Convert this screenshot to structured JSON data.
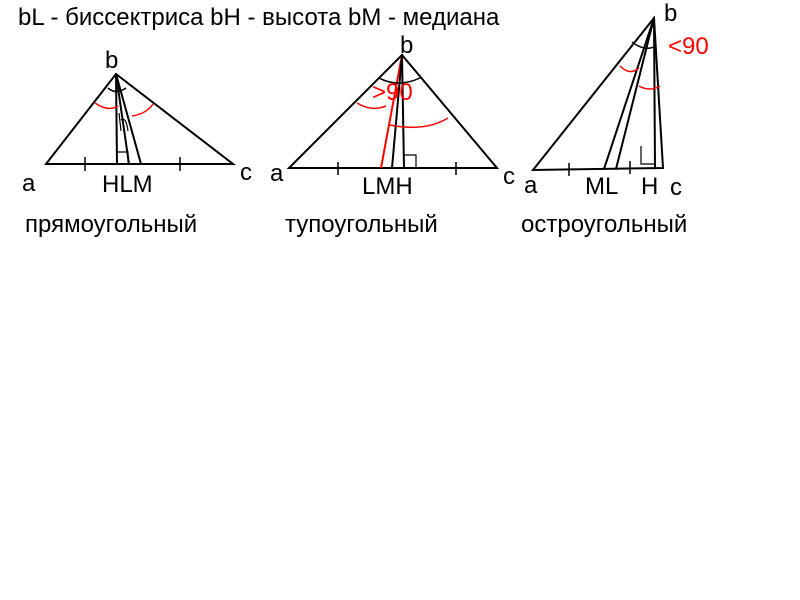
{
  "header": "bL - биссектриса bH - высота bM - медиана",
  "colors": {
    "ink": "#000000",
    "accent": "#ff0000",
    "background": "#ffffff"
  },
  "triangles": [
    {
      "vertex_top": "b",
      "vertex_left": "a",
      "vertex_right": "c",
      "base_points": "HLM",
      "caption": "прямоугольный"
    },
    {
      "vertex_top": "b",
      "vertex_left": "a",
      "vertex_right": "c",
      "base_points": "LMH",
      "angle_note": ">90",
      "caption": "тупоугольный"
    },
    {
      "vertex_top": "b",
      "vertex_left": "a",
      "vertex_right": "c",
      "base_points_1": "ML",
      "base_points_2": "H",
      "angle_note": "<90",
      "caption": "остроугольный"
    }
  ]
}
